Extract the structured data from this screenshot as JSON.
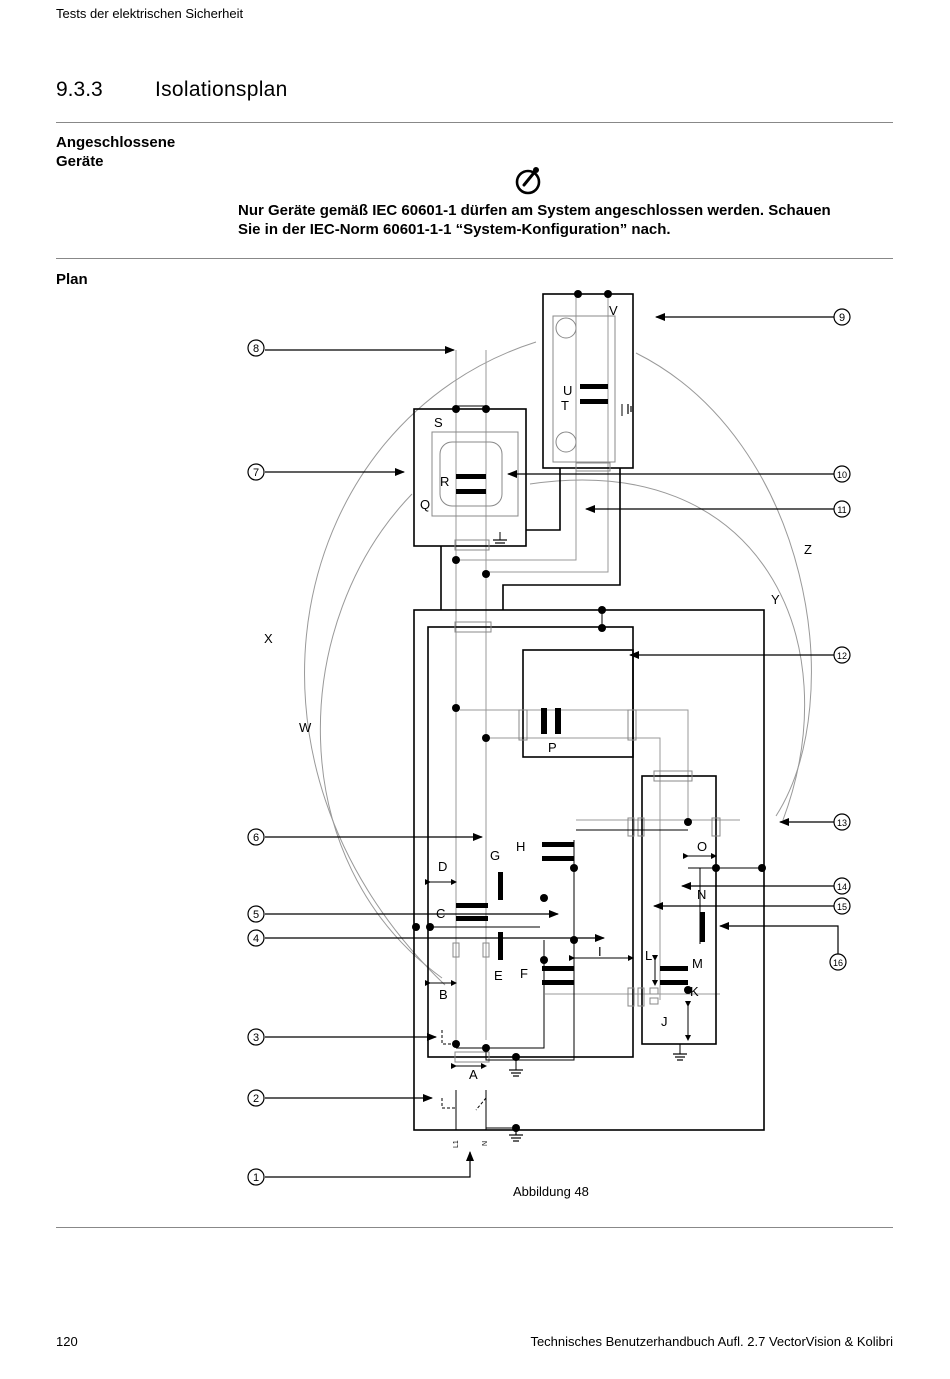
{
  "header": {
    "running_title": "Tests der elektrischen Sicherheit"
  },
  "section": {
    "number": "9.3.3",
    "title": "Isolationsplan"
  },
  "connected_devices": {
    "label_line1": "Angeschlossene",
    "label_line2": "Geräte",
    "icon": "hand-pointer-icon",
    "note_line1": "Nur Geräte gemäß IEC 60601-1 dürfen am System angeschlossen werden. Schauen",
    "note_line2": "Sie in der IEC-Norm 60601-1-1 “System-Konfiguration” nach."
  },
  "plan": {
    "label": "Plan",
    "callouts": [
      "1",
      "2",
      "3",
      "4",
      "5",
      "6",
      "7",
      "8",
      "9",
      "10",
      "11",
      "12",
      "13",
      "14",
      "15",
      "16"
    ],
    "letters": {
      "A": "A",
      "B": "B",
      "C": "C",
      "D": "D",
      "E": "E",
      "F": "F",
      "G": "G",
      "H": "H",
      "I": "I",
      "J": "J",
      "K": "K",
      "L": "L",
      "M": "M",
      "N": "N",
      "O": "O",
      "P": "P",
      "Q": "Q",
      "R": "R",
      "S": "S",
      "T": "T",
      "U": "U",
      "V": "V",
      "W": "W",
      "X": "X",
      "Y": "Y",
      "Z": "Z"
    },
    "terminals": {
      "l1": "L1",
      "n": "N"
    },
    "caption": "Abbildung 48"
  },
  "footer": {
    "page_number": "120",
    "document": "Technisches Benutzerhandbuch Aufl. 2.7 VectorVision & Kolibri"
  }
}
